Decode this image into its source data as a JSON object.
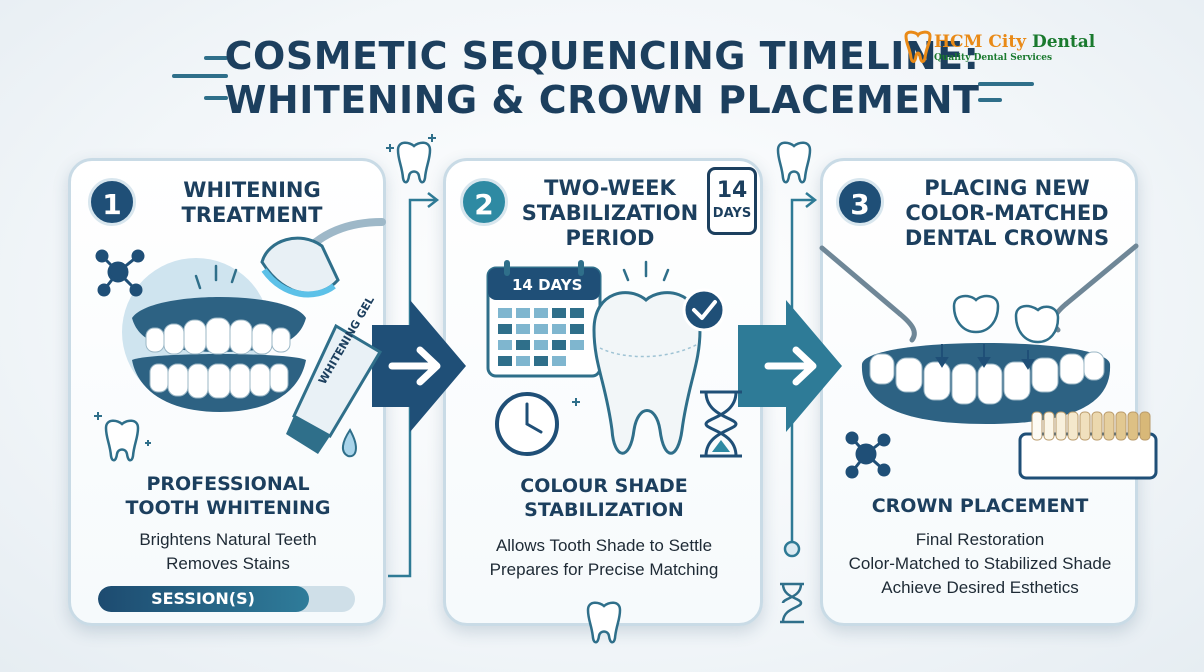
{
  "title": {
    "line1": "Cosmetic Sequencing Timeline:",
    "line2": "Whitening & Crown Placement"
  },
  "logo": {
    "name_part1": "HCM City",
    "name_part2": " Dental",
    "tagline": "Quality Dental Services"
  },
  "steps": [
    {
      "number": "1",
      "heading_line1": "Whitening",
      "heading_line2": "Treatment",
      "subheading_line1": "Professional",
      "subheading_line2": "Tooth Whitening",
      "desc_line1": "Brightens Natural Teeth",
      "desc_line2": "Removes Stains",
      "session_label": "SESSION(S)",
      "session_progress": 0.82,
      "gel_label": "WHITENING GEL"
    },
    {
      "number": "2",
      "heading_line1": "Two-Week",
      "heading_line2": "Stabilization",
      "heading_line3": "Period",
      "badge_number": "14",
      "badge_text": "DAYS",
      "calendar_label": "14 DAYS",
      "subheading_line1": "Colour Shade",
      "subheading_line2": "Stabilization",
      "desc_line1": "Allows Tooth Shade to Settle",
      "desc_line2": "Prepares for Precise Matching"
    },
    {
      "number": "3",
      "heading_line1": "Placing New",
      "heading_line2": "Color-Matched",
      "heading_line3": "Dental Crowns",
      "subheading": "Crown Placement",
      "desc_line1": "Final Restoration",
      "desc_line2": "Color-Matched to Stabilized Shade",
      "desc_line3": "Achieve Desired Esthetics"
    }
  ],
  "colors": {
    "navy": "#1c3f5e",
    "teal": "#2e8aa3",
    "light_blue": "#cfe4ef",
    "logo_green": "#1a7a2e",
    "logo_orange": "#e98a17"
  }
}
